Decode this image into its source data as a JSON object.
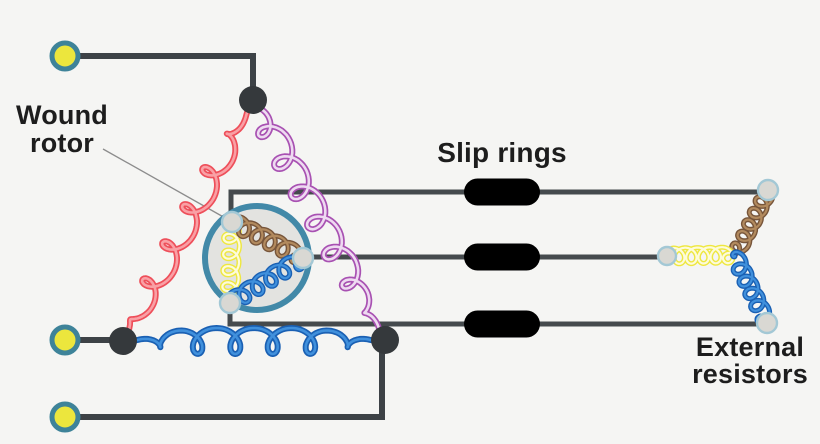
{
  "labels": {
    "wound_rotor": "Wound\nrotor",
    "slip_rings": "Slip rings",
    "external_resistors": "External\nresistors"
  },
  "colors": {
    "background": "#f5f5f3",
    "label": "#1d1d1d",
    "leader": "#8c8c8c",
    "wire": "#3d4246",
    "bus": "#454a4d",
    "junction": "#35393c",
    "terminal_fill": "#ece63d",
    "terminal_ring": "#3e8399",
    "rotor_fill": "#e3e3e0",
    "rotor_ring": "#4289a8",
    "node_fill": "#d9d8d3",
    "node_ring": "#a3c8d5",
    "slip_ring": "#000000",
    "phase_red": "#ee4f5a",
    "phase_red_light": "#f9a0a5",
    "phase_purple": "#a851b2",
    "phase_purple_light": "#eedaf1",
    "phase_blue": "#1a60b3",
    "phase_blue_light": "#4090dc",
    "winding_yellow": "#eee73f",
    "winding_yellow_light": "#fdfbda",
    "winding_brown": "#77553a",
    "winding_brown_light": "#b28a5e"
  },
  "figure": {
    "supply_terminal_count": 3,
    "slip_ring_count": 3,
    "stator_phase_coils": [
      "red",
      "purple",
      "blue"
    ],
    "rotor_winding_coils": [
      "yellow",
      "brown",
      "blue"
    ],
    "external_resistor_coils": [
      "brown",
      "yellow",
      "blue"
    ]
  }
}
